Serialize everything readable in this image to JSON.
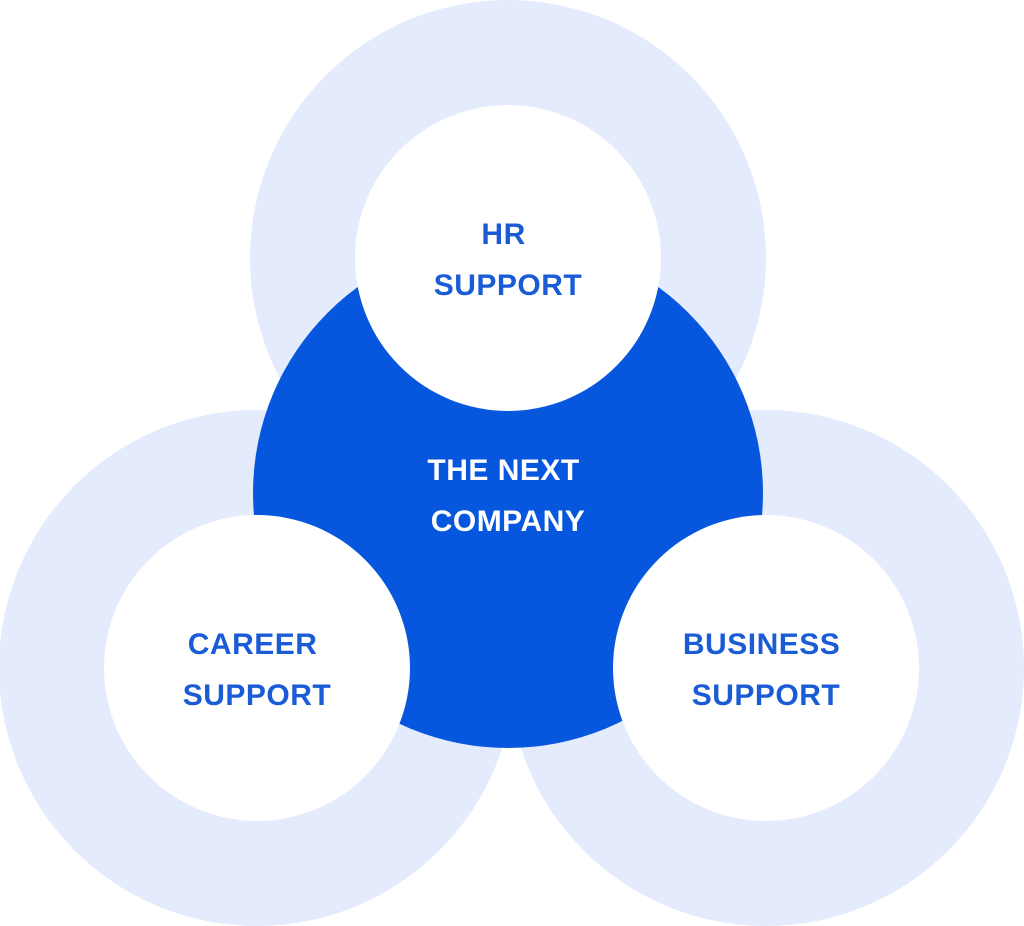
{
  "colors": {
    "ring": "#e3ebfc",
    "center": "#0756de",
    "inner": "#ffffff",
    "label": "#1a5bd6",
    "center_label": "#ffffff"
  },
  "center": {
    "lines": [
      "THE NEXT",
      "COMPANY"
    ]
  },
  "nodes": [
    {
      "id": "hr",
      "lines": [
        "HR",
        "SUPPORT"
      ]
    },
    {
      "id": "career",
      "lines": [
        "CAREER",
        "SUPPORT"
      ]
    },
    {
      "id": "business",
      "lines": [
        "BUSINESS",
        "SUPPORT"
      ]
    }
  ]
}
